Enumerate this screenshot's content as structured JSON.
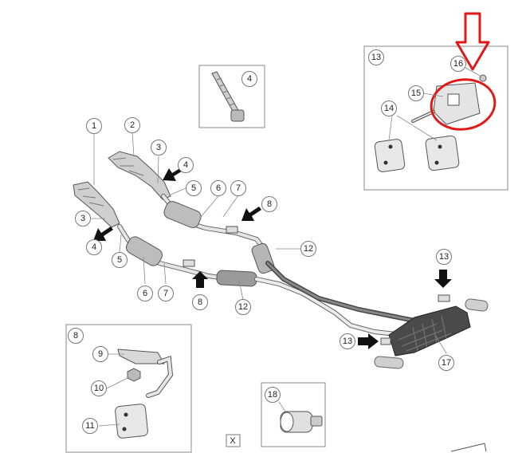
{
  "callouts": {
    "c1": "1",
    "c2": "2",
    "c3a": "3",
    "c3b": "3",
    "c4a": "4",
    "c4b": "4",
    "c4c": "4",
    "c5a": "5",
    "c5b": "5",
    "c6a": "6",
    "c6b": "6",
    "c7a": "7",
    "c7b": "7",
    "c8a": "8",
    "c8b": "8",
    "c8c": "8",
    "c9": "9",
    "c10": "10",
    "c11": "11",
    "c12a": "12",
    "c12b": "12",
    "c13a": "13",
    "c13b": "13",
    "c13c": "13",
    "c14": "14",
    "c15": "15",
    "c16": "16",
    "c17": "17",
    "c18": "18"
  },
  "footer_label": "X",
  "colors": {
    "highlight": "#e01818",
    "arrow": "#111111",
    "part_fill": "#dcdcdc",
    "part_stroke": "#555555"
  },
  "icons": [
    "down-arrow-highlight-icon",
    "pointer-arrow-icon"
  ]
}
